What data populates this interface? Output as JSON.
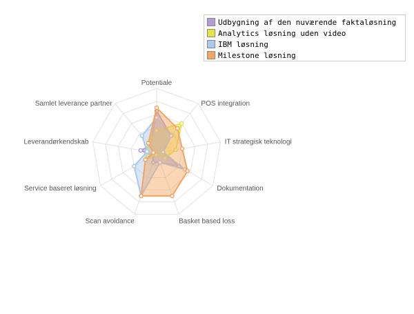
{
  "chart_data": {
    "type": "radar",
    "axes": [
      "Potentiale",
      "POS integration",
      "IT strategisk teknologi",
      "Dokumentation",
      "Basket based loss",
      "Scan avoidance",
      "Service baseret løsning",
      "Leverandørkendskab",
      "Samlet leverance partner"
    ],
    "rlim": [
      0,
      10
    ],
    "grid": true,
    "grid_levels": 5,
    "legend_position": "top-right",
    "series": [
      {
        "name": "Udbygning af den nuværende faktaløsning",
        "color": "#b19cd9",
        "values": [
          6.5,
          3.5,
          1.0,
          4.0,
          1.5,
          1.5,
          0.7,
          2.5,
          1.5
        ]
      },
      {
        "name": "Analytics løsning uden video",
        "color": "#e6e640",
        "values": [
          3.5,
          6.0,
          3.0,
          1.5,
          0.3,
          0.3,
          2.0,
          1.5,
          2.0
        ]
      },
      {
        "name": "IBM løsning",
        "color": "#a8c8ec",
        "values": [
          5.5,
          3.5,
          1.0,
          5.0,
          1.5,
          7.0,
          4.0,
          1.5,
          3.5
        ]
      },
      {
        "name": "Milestone løsning",
        "color": "#f4a460",
        "values": [
          7.0,
          5.0,
          4.0,
          5.5,
          7.0,
          7.0,
          2.0,
          0.5,
          2.0
        ]
      }
    ]
  }
}
